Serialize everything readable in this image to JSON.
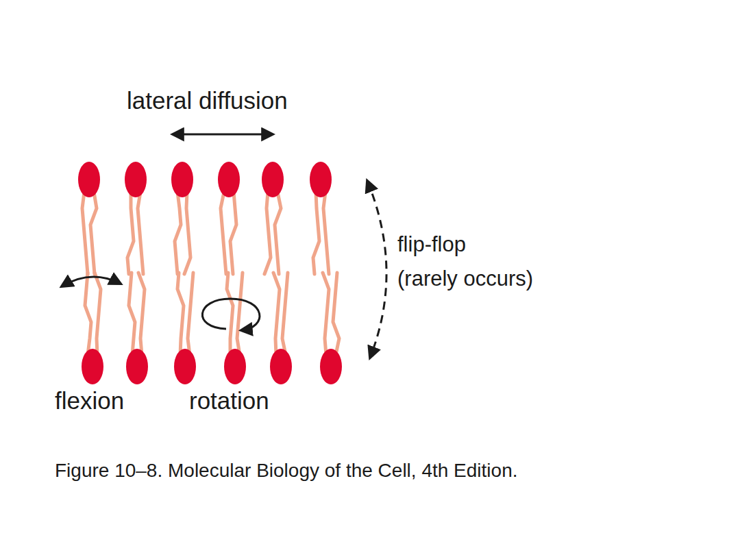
{
  "diagram": {
    "caption": "Figure 10–8. Molecular Biology of the Cell, 4th Edition.",
    "labels": [
      "lateral diffusion",
      "flip-flop",
      "(rarely occurs)",
      "flexion",
      "rotation"
    ]
  }
}
